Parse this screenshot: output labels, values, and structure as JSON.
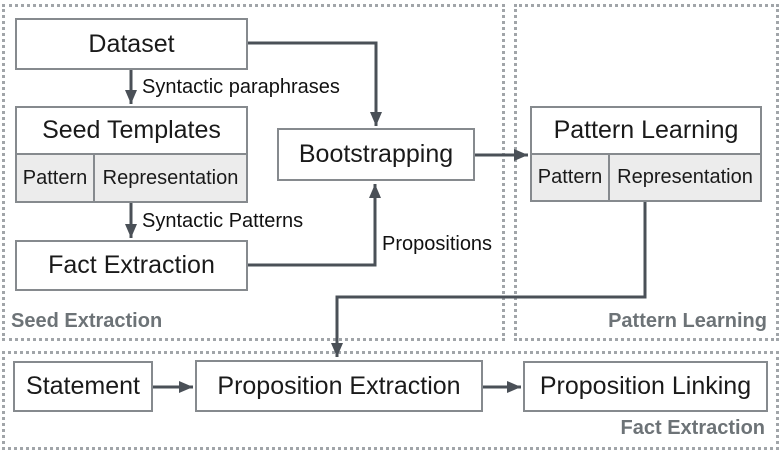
{
  "figure": {
    "sections": {
      "seed_extraction": {
        "label": "Seed Extraction"
      },
      "pattern_learning": {
        "label": "Pattern Learning"
      },
      "fact_extraction": {
        "label": "Fact Extraction"
      }
    },
    "nodes": {
      "dataset": {
        "label": "Dataset"
      },
      "seed_templates": {
        "label": "Seed Templates",
        "pattern": "Pattern",
        "representation": "Representation"
      },
      "fact_extraction": {
        "label": "Fact Extraction"
      },
      "bootstrapping": {
        "label": "Bootstrapping"
      },
      "pattern_learning": {
        "label": "Pattern Learning",
        "pattern": "Pattern",
        "representation": "Representation"
      },
      "statement": {
        "label": "Statement"
      },
      "proposition_extraction": {
        "label": "Proposition Extraction"
      },
      "proposition_linking": {
        "label": "Proposition Linking"
      }
    },
    "edges": {
      "syntactic_paraphrases": {
        "label": "Syntactic paraphrases"
      },
      "syntactic_patterns": {
        "label": "Syntactic Patterns"
      },
      "propositions": {
        "label": "Propositions"
      }
    },
    "colors": {
      "box_border": "#868a8e",
      "subbox_fill": "#ececec",
      "arrow": "#4a5057",
      "dashed_border": "#a1a5a9",
      "section_label": "#6d7377",
      "text": "#1a1a1a"
    }
  }
}
